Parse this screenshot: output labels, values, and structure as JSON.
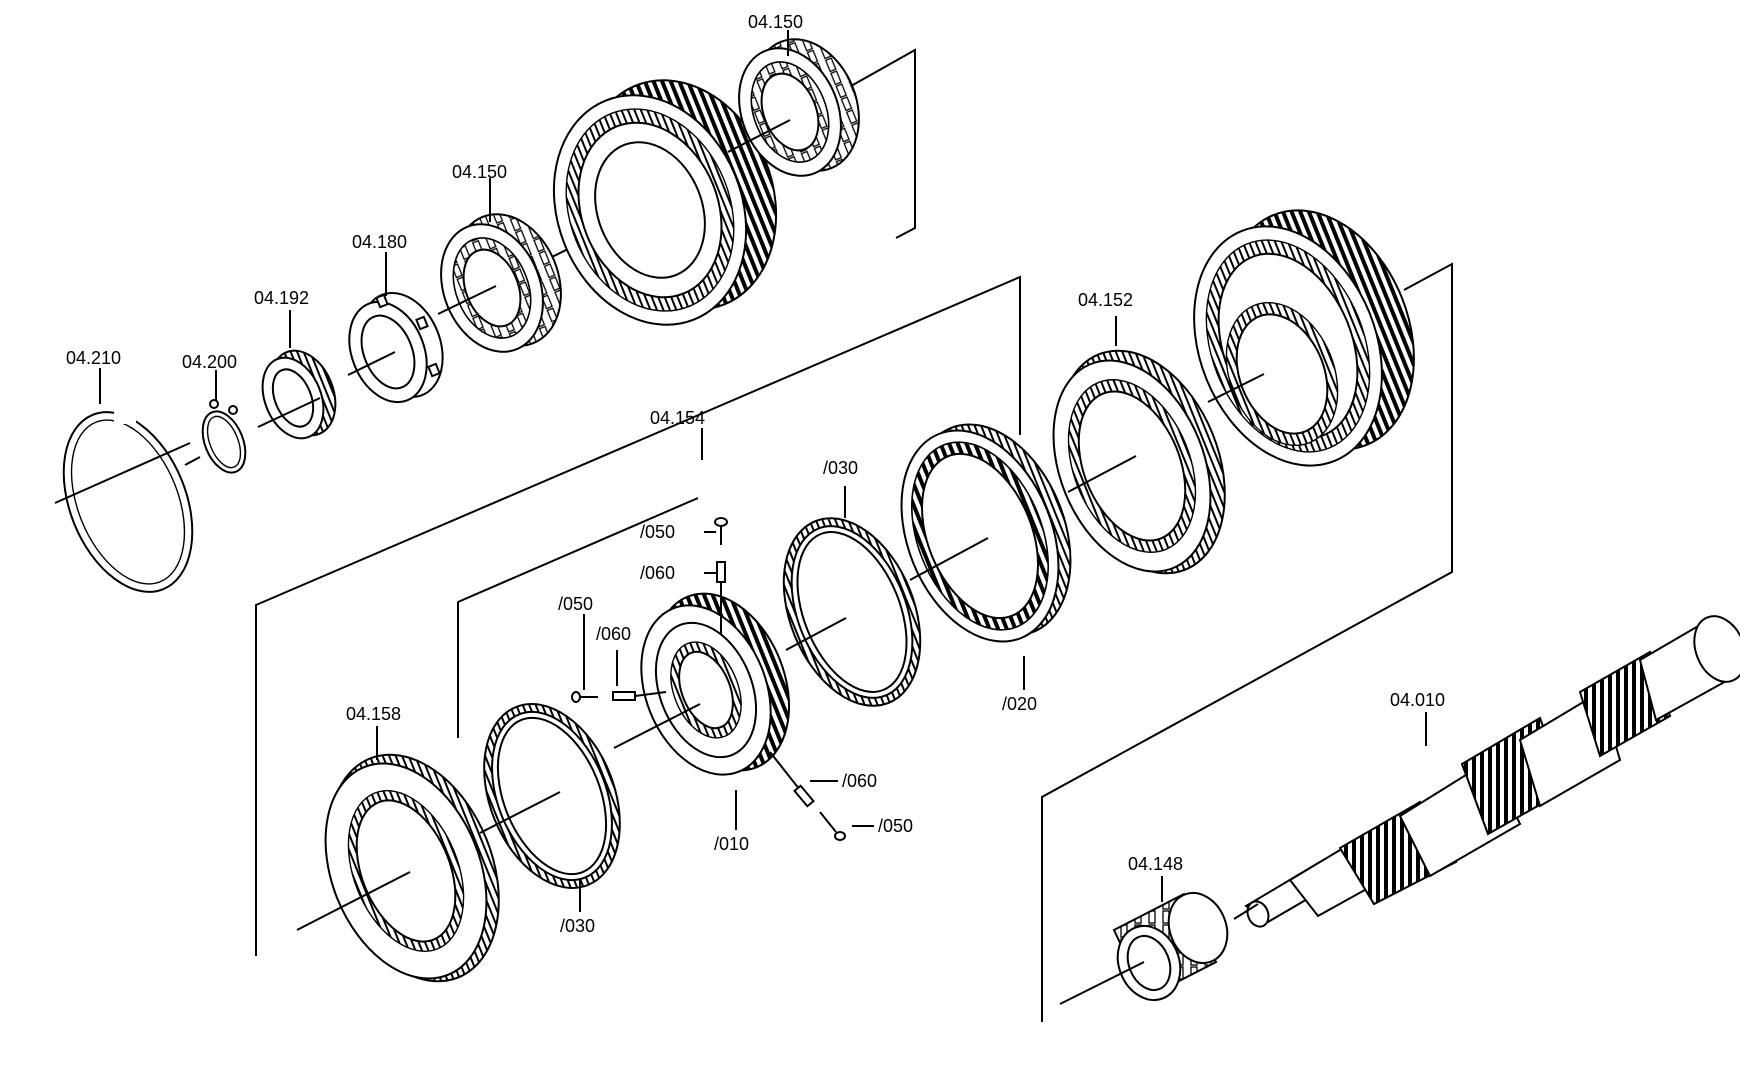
{
  "labels": {
    "l04150a": "04.150",
    "l04150b": "04.150",
    "l04180": "04.180",
    "l04192": "04.192",
    "l04210": "04.210",
    "l04200": "04.200",
    "l04154": "04.154",
    "l04152": "04.152",
    "l030a": "/030",
    "l050a": "/050",
    "l060a": "/060",
    "l050b": "/050",
    "l060b": "/060",
    "l020": "/020",
    "l04158": "04.158",
    "l060c": "/060",
    "l050c": "/050",
    "l010": "/010",
    "l030b": "/030",
    "l04010": "04.010",
    "l04148": "04.148"
  }
}
